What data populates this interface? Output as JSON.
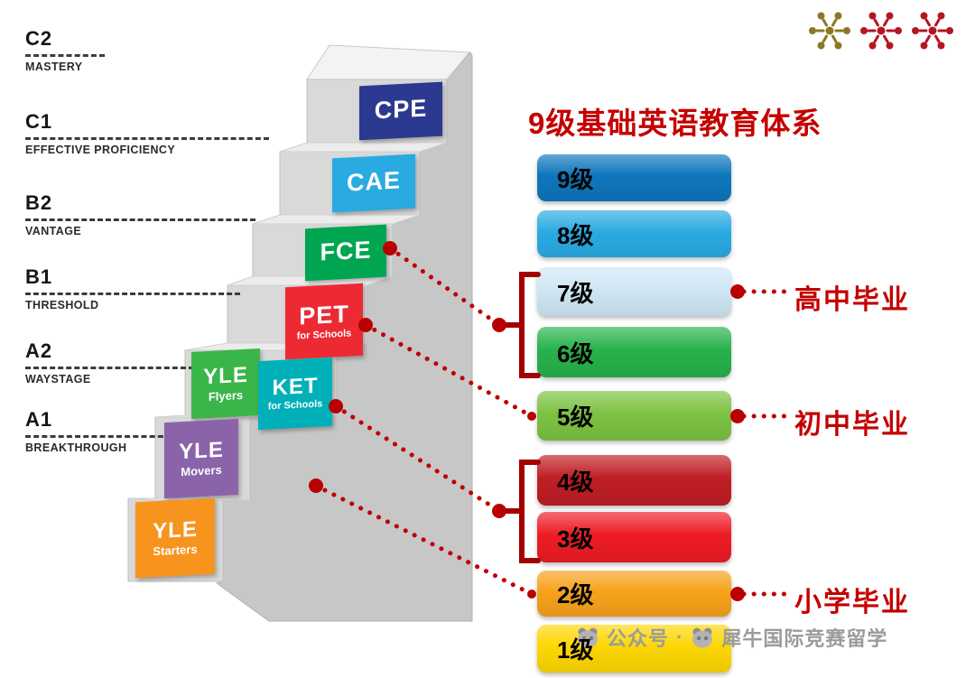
{
  "decor": {
    "flowers": [
      {
        "color": "#8d7722"
      },
      {
        "color": "#b31722"
      },
      {
        "color": "#b31722"
      }
    ]
  },
  "cefr": {
    "levels": [
      {
        "code": "C2",
        "name": "MASTERY"
      },
      {
        "code": "C1",
        "name": "EFFECTIVE PROFICIENCY"
      },
      {
        "code": "B2",
        "name": "VANTAGE"
      },
      {
        "code": "B1",
        "name": "THRESHOLD"
      },
      {
        "code": "A2",
        "name": "WAYSTAGE"
      },
      {
        "code": "A1",
        "name": "BREAKTHROUGH"
      }
    ]
  },
  "exams": [
    {
      "name": "CPE",
      "sub": "",
      "color": "#2b3990"
    },
    {
      "name": "CAE",
      "sub": "",
      "color": "#29aae1"
    },
    {
      "name": "FCE",
      "sub": "",
      "color": "#00a551"
    },
    {
      "name": "PET",
      "sub": "for Schools",
      "color": "#ed2a33"
    },
    {
      "name": "KET",
      "sub": "for Schools",
      "color": "#00b0b9"
    },
    {
      "name": "YLE",
      "sub": "Flyers",
      "color": "#3ab54a"
    },
    {
      "name": "YLE",
      "sub": "Movers",
      "color": "#8a63a9"
    },
    {
      "name": "YLE",
      "sub": "Starters",
      "color": "#f7941e"
    }
  ],
  "system": {
    "title": "9级基础英语教育体系",
    "levels": [
      {
        "label": "9级",
        "color": "#0e76bc"
      },
      {
        "label": "8级",
        "color": "#2aabe2"
      },
      {
        "label": "7级",
        "color": "#cfe7f5"
      },
      {
        "label": "6级",
        "color": "#27b24b"
      },
      {
        "label": "5级",
        "color": "#7dc242"
      },
      {
        "label": "4级",
        "color": "#bf1e24"
      },
      {
        "label": "3级",
        "color": "#ee1c25"
      },
      {
        "label": "2级",
        "color": "#f7a21b"
      },
      {
        "label": "1级",
        "color": "#fdd703"
      }
    ]
  },
  "milestones": [
    {
      "label": "高中毕业"
    },
    {
      "label": "初中毕业"
    },
    {
      "label": "小学毕业"
    }
  ],
  "watermark": {
    "prefix": "公众号",
    "separator": "·",
    "name": "犀牛国际竞赛留学"
  },
  "colors": {
    "connector": "#c00000",
    "accent_red": "#c40000",
    "stair_gray": "#d9d9d9"
  }
}
